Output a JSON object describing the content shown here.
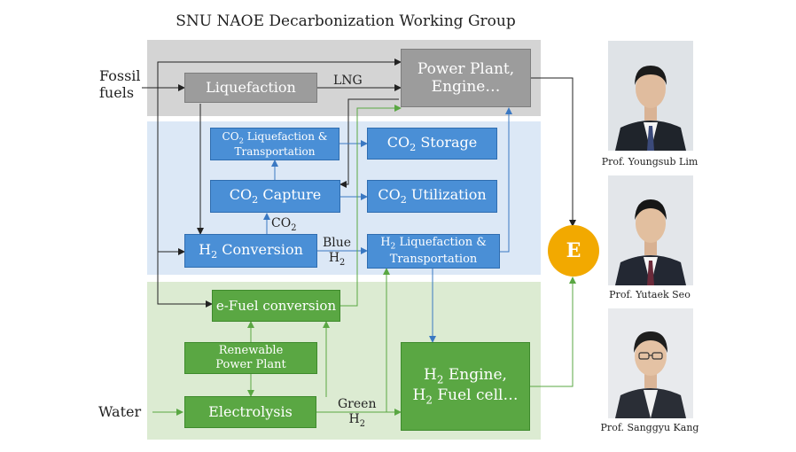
{
  "title": "SNU NAOE Decarbonization Working Group",
  "inputs": {
    "fossil_line1": "Fossil",
    "fossil_line2": "fuels",
    "water": "Water"
  },
  "boxes": {
    "liquefaction": "Liquefaction",
    "power_plant_line1": "Power Plant,",
    "power_plant_line2": "Engine…",
    "co2_liq_line1_post": " Liquefaction &",
    "co2_liq_line2": "Transportation",
    "co2_storage_post": " Storage",
    "co2_capture_post": " Capture",
    "co2_utilization_post": " Utilization",
    "h2_conversion_post": " Conversion",
    "h2_liq_line1_post": " Liquefaction &",
    "h2_liq_line2": "Transportation",
    "efuel": "e-Fuel conversion",
    "renewable_line1": "Renewable",
    "renewable_line2": "Power Plant",
    "electrolysis": "Electrolysis",
    "h2_engine_line1_post": " Engine,",
    "h2_engine_line2_post": " Fuel cell…"
  },
  "chem": {
    "co2": "CO",
    "co2_sub": "2",
    "h2": "H",
    "h2_sub": "2"
  },
  "labels": {
    "lng": "LNG",
    "blue": "Blue",
    "green": "Green"
  },
  "energy": "E",
  "people": [
    {
      "name": "Prof. Youngsub Lim"
    },
    {
      "name": "Prof. Yutaek Seo"
    },
    {
      "name": "Prof. Sanggyu Kang"
    }
  ],
  "colors": {
    "gray": "#9c9c9c",
    "blue": "#4a8fd6",
    "green": "#5aa743",
    "energy": "#f2a900"
  }
}
